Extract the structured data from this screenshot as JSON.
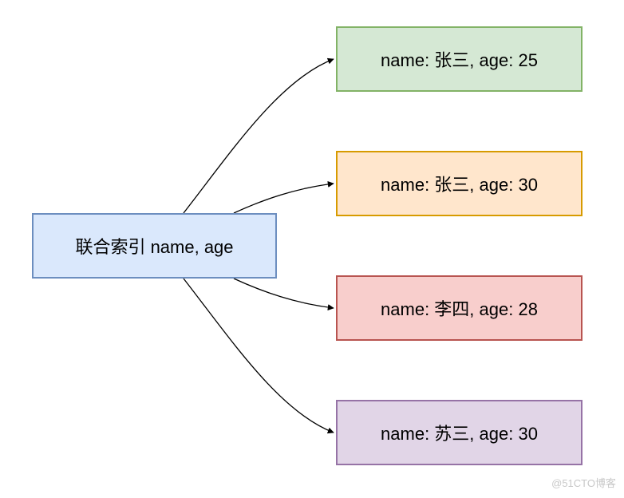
{
  "source": {
    "label": "联合索引 name, age",
    "fill": "#dae8fc",
    "stroke": "#6c8ebf"
  },
  "targets": [
    {
      "label": "name: 张三, age: 25",
      "fill": "#d5e8d4",
      "stroke": "#82b366"
    },
    {
      "label": "name: 张三, age: 30",
      "fill": "#ffe6cc",
      "stroke": "#d79b00"
    },
    {
      "label": "name: 李四, age: 28",
      "fill": "#f8cecc",
      "stroke": "#b85450"
    },
    {
      "label": "name: 苏三, age: 30",
      "fill": "#e1d5e7",
      "stroke": "#9673a6"
    }
  ],
  "edge_color": "#000000",
  "watermark": "@51CTO博客"
}
